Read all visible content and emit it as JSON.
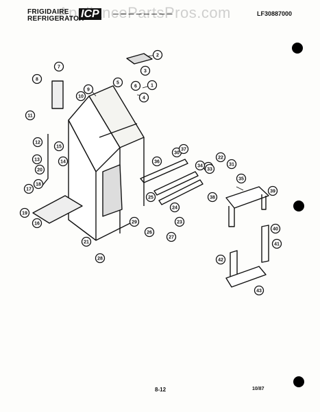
{
  "header": {
    "brand_line1": "FRIGIDAIRE",
    "brand_line2": "REFRIGERATOR",
    "model": "LF30887000"
  },
  "watermark": "AppliancePartsPros.com",
  "footer": {
    "page": "8-12",
    "date": "10/87"
  },
  "callouts": [
    "1",
    "2",
    "3",
    "4",
    "5",
    "6",
    "7",
    "8",
    "9",
    "10",
    "11",
    "12",
    "13",
    "14",
    "15",
    "16",
    "17",
    "18",
    "19",
    "20",
    "21",
    "22",
    "23",
    "24",
    "25",
    "26",
    "27",
    "28",
    "29",
    "30",
    "31",
    "32",
    "33",
    "34",
    "35",
    "36",
    "37",
    "38",
    "39",
    "40",
    "41",
    "42",
    "43"
  ]
}
